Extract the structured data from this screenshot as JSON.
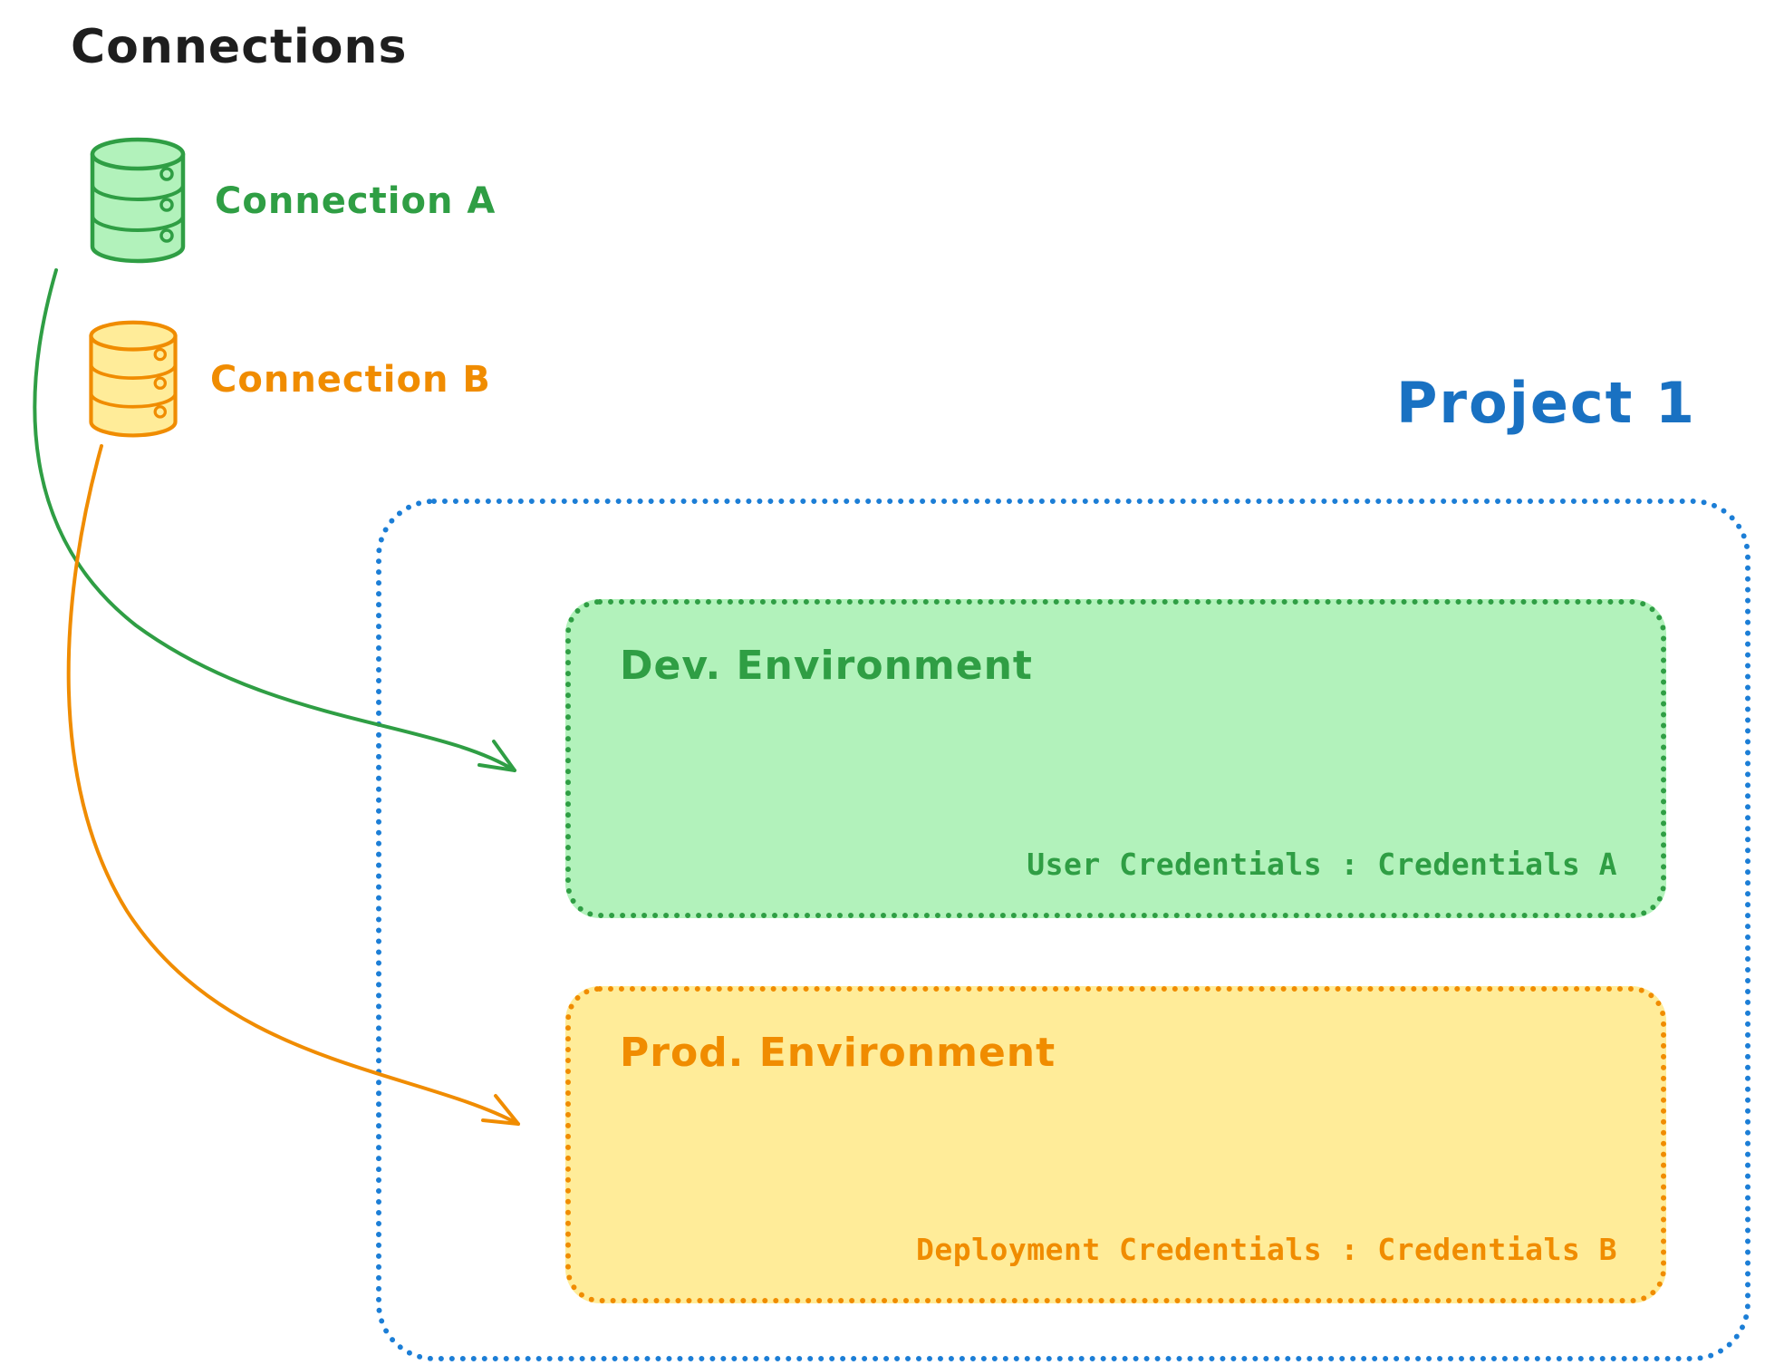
{
  "colors": {
    "ink": "#1e1e1e",
    "green_stroke": "#2f9e44",
    "green_fill": "#b2f2bb",
    "orange_stroke": "#f08c00",
    "orange_fill": "#ffec99",
    "blue": "#1971c2",
    "blue_border": "#1c7ed6"
  },
  "connections_panel": {
    "title": "Connections",
    "items": [
      {
        "label": "Connection A",
        "icon": "database-cylinder-icon",
        "color": "#2f9e44"
      },
      {
        "label": "Connection B",
        "icon": "database-cylinder-icon",
        "color": "#f08c00"
      }
    ]
  },
  "project": {
    "title": "Project 1",
    "environments": [
      {
        "title": "Dev. Environment",
        "credentials_label": "User Credentials : Credentials A",
        "accent": "#2f9e44",
        "fill": "#b2f2bb"
      },
      {
        "title": "Prod. Environment",
        "credentials_label": "Deployment Credentials : Credentials B",
        "accent": "#f08c00",
        "fill": "#ffec99"
      }
    ]
  },
  "arrows": [
    {
      "name": "connection-a-to-dev-environment",
      "color": "#2f9e44"
    },
    {
      "name": "connection-b-to-prod-environment",
      "color": "#f08c00"
    }
  ]
}
